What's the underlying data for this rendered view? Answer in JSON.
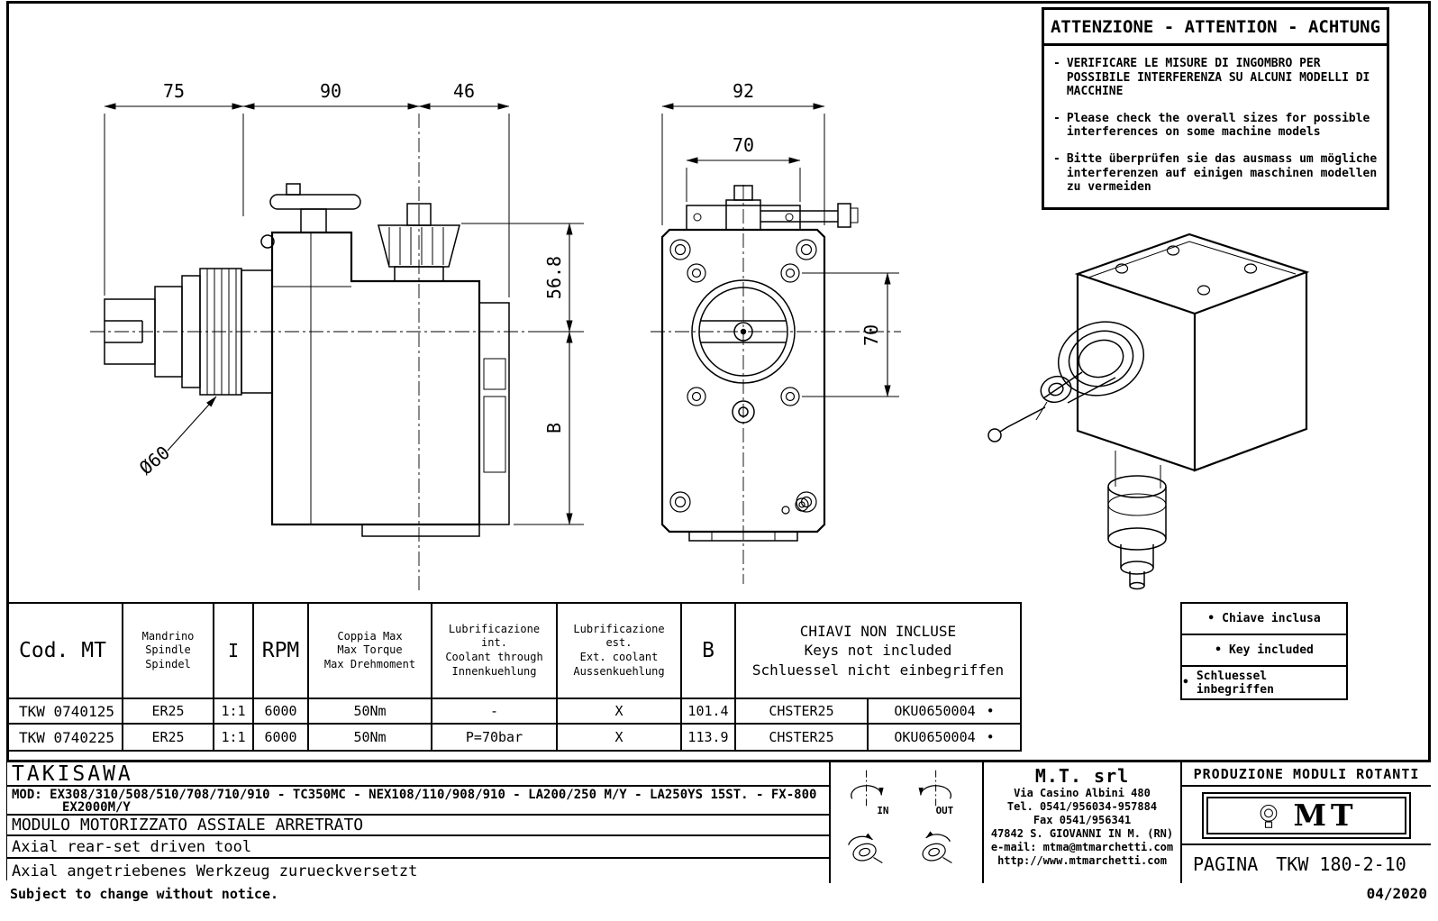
{
  "warning": {
    "title": "ATTENZIONE - ATTENTION - ACHTUNG",
    "bullet": "-",
    "items": [
      "VERIFICARE LE MISURE DI INGOMBRO PER POSSIBILE INTERFERENZA SU ALCUNI MODELLI DI MACCHINE",
      "Please check the overall sizes for possible interferences on some machine models",
      "Bitte überprüfen sie das ausmass um mögliche interferenzen auf einigen maschinen modellen zu vermeiden"
    ]
  },
  "drawing": {
    "side_view": {
      "dim_75": "75",
      "dim_90": "90",
      "dim_46": "46",
      "dim_diameter": "Ø60",
      "dim_568": "56.8",
      "dim_b": "B"
    },
    "front_view": {
      "dim_92": "92",
      "dim_70_top": "70",
      "dim_70_right": "70"
    }
  },
  "table": {
    "headers": {
      "cod": "Cod. MT",
      "spindle": "Mandrino\nSpindle\nSpindel",
      "ratio": "I",
      "rpm": "RPM",
      "torque": "Coppia Max\nMax Torque\nMax Drehmoment",
      "coolant_int": "Lubrificazione int.\nCoolant through\nInnenkuehlung",
      "coolant_ext": "Lubrificazione est.\nExt. coolant\nAussenkuehlung",
      "b": "B",
      "keys": "CHIAVI NON INCLUSE\nKeys not included\nSchluessel nicht einbegriffen"
    },
    "included_marker": "•",
    "rows": [
      {
        "cod": "TKW 0740125",
        "spindle": "ER25",
        "ratio": "1:1",
        "rpm": "6000",
        "torque": "50Nm",
        "coolant_int": "-",
        "coolant_ext": "X",
        "b": "101.4",
        "key_code": "CHSTER25",
        "key_included": "OKU0650004"
      },
      {
        "cod": "TKW 0740225",
        "spindle": "ER25",
        "ratio": "1:1",
        "rpm": "6000",
        "torque": "50Nm",
        "coolant_int": "P=70bar",
        "coolant_ext": "X",
        "b": "113.9",
        "key_code": "CHSTER25",
        "key_included": "OKU0650004"
      }
    ]
  },
  "legend": {
    "marker": "•",
    "items": [
      "Chiave inclusa",
      "Key included",
      "Schluessel inbegriffen"
    ]
  },
  "title_block": {
    "brand": "TAKISAWA",
    "models_line1": "MOD: EX308/310/508/510/708/710/910 - TC350MC - NEX108/110/908/910 - LA200/250 M/Y - LA250YS 15ST. - FX-800",
    "models_line2": "EX2000M/Y",
    "title_it": "MODULO MOTORIZZATO ASSIALE ARRETRATO",
    "title_en": "Axial rear-set driven tool",
    "title_de": "Axial angetriebenes Werkzeug zurueckversetzt"
  },
  "rotation": {
    "in": "IN",
    "out": "OUT"
  },
  "company": {
    "name": "M.T. srl",
    "address": "Via Casino Albini 480",
    "tel": "Tel. 0541/956034-957884",
    "fax": "Fax 0541/956341",
    "city": "47842 S. GIOVANNI IN M. (RN)",
    "email": "e-mail: mtma@mtmarchetti.com",
    "website": "http://www.mtmarchetti.com"
  },
  "production": {
    "label": "PRODUZIONE MODULI ROTANTI",
    "logo_text": "MT"
  },
  "page_ref": {
    "label": "PAGINA",
    "value": "TKW 180-2-10"
  },
  "footer": {
    "note": "Subject to change without notice.",
    "date": "04/2020"
  }
}
